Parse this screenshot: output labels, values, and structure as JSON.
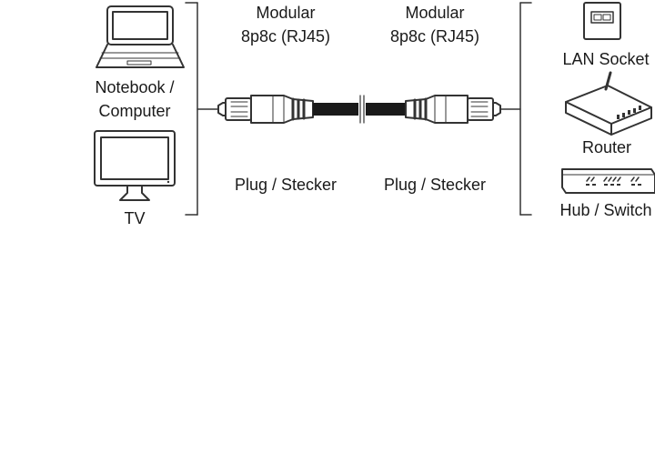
{
  "left_devices": {
    "notebook_label_1": "Notebook /",
    "notebook_label_2": "Computer",
    "tv_label": "TV"
  },
  "connector_left": {
    "type_line_1": "Modular",
    "type_line_2": "8p8c (RJ45)",
    "plug_label": "Plug / Stecker"
  },
  "connector_right": {
    "type_line_1": "Modular",
    "type_line_2": "8p8c (RJ45)",
    "plug_label": "Plug / Stecker"
  },
  "right_devices": {
    "lan_socket_label": "LAN Socket",
    "router_label": "Router",
    "hub_label": "Hub / Switch"
  },
  "colors": {
    "line": "#333333",
    "cable": "#1a1a1a",
    "background": "#ffffff"
  },
  "icons": [
    "laptop-icon",
    "tv-icon",
    "rj45-plug-icon",
    "lan-socket-icon",
    "router-icon",
    "hub-switch-icon"
  ]
}
